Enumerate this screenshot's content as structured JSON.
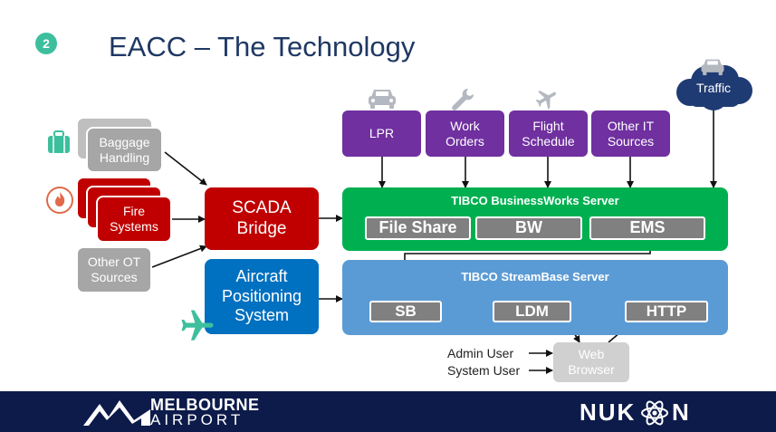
{
  "slide": {
    "number": "2",
    "title": "EACC – The Technology"
  },
  "diagram": {
    "baggage": "Baggage\nHandling",
    "fire": "Fire\nSystems",
    "other_ot": "Other OT\nSources",
    "scada": "SCADA\nBridge",
    "aircraft": "Aircraft\nPositioning\nSystem",
    "lpr": "LPR",
    "work_orders": "Work\nOrders",
    "flight_schedule": "Flight\nSchedule",
    "other_it": "Other IT\nSources",
    "traffic": "Traffic",
    "bw_server": {
      "title": "TIBCO BusinessWorks Server",
      "file_share": "File Share",
      "bw": "BW",
      "ems": "EMS"
    },
    "sb_server": {
      "title": "TIBCO StreamBase Server",
      "sb": "SB",
      "ldm": "LDM",
      "http": "HTTP"
    },
    "admin_user": "Admin User",
    "system_user": "System User",
    "web_browser": "Web\nBrowser"
  },
  "footer": {
    "melbourne_line1": "MELBOURNE",
    "melbourne_line2": "AIRPORT",
    "nukon_left": "NUK",
    "nukon_right": "N"
  },
  "colors": {
    "title": "#1f3864",
    "red": "#c00000",
    "purple": "#7030a0",
    "green": "#00b050",
    "blue": "#5b9bd5",
    "navy": "#0d1b4a",
    "grey": "#a6a6a6",
    "teal": "#3dbf9e"
  },
  "icons": [
    "number-badge-icon",
    "suitcase-icon",
    "fire-icon",
    "car-icon",
    "wrench-icon",
    "plane-icon",
    "traffic-car-icon",
    "cloud-icon",
    "aircraft-icon",
    "melbourne-logo-icon",
    "atom-icon"
  ]
}
